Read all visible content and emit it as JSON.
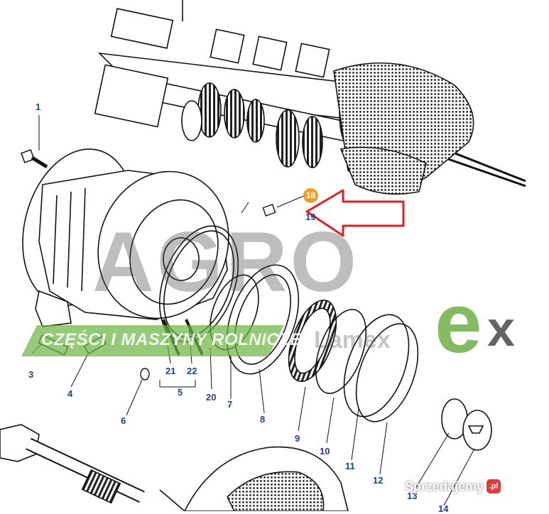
{
  "callouts": {
    "c1": "1",
    "c3": "3",
    "c4": "4",
    "c5": "5",
    "c6": "6",
    "c7": "7",
    "c8": "8",
    "c9": "9",
    "c10": "10",
    "c11": "11",
    "c12": "12",
    "c13": "13",
    "c14": "14",
    "c18": "18",
    "c19": "19",
    "c20": "20",
    "c21": "21",
    "c22": "22"
  },
  "watermark": {
    "main": "AGRO",
    "e": "e",
    "x": "x",
    "sub": "Lamex",
    "banner": "CZĘŚCI I MASZYNY ROLNICZE"
  },
  "site": {
    "name": "Sprzedajemy",
    "logo": ".pl"
  },
  "colors": {
    "callout_text": "#1f3f8f",
    "highlight_badge": "#f0a020",
    "arrow": "#e02020",
    "banner_green": "#6eb446",
    "logo_green": "#6eaf46"
  }
}
